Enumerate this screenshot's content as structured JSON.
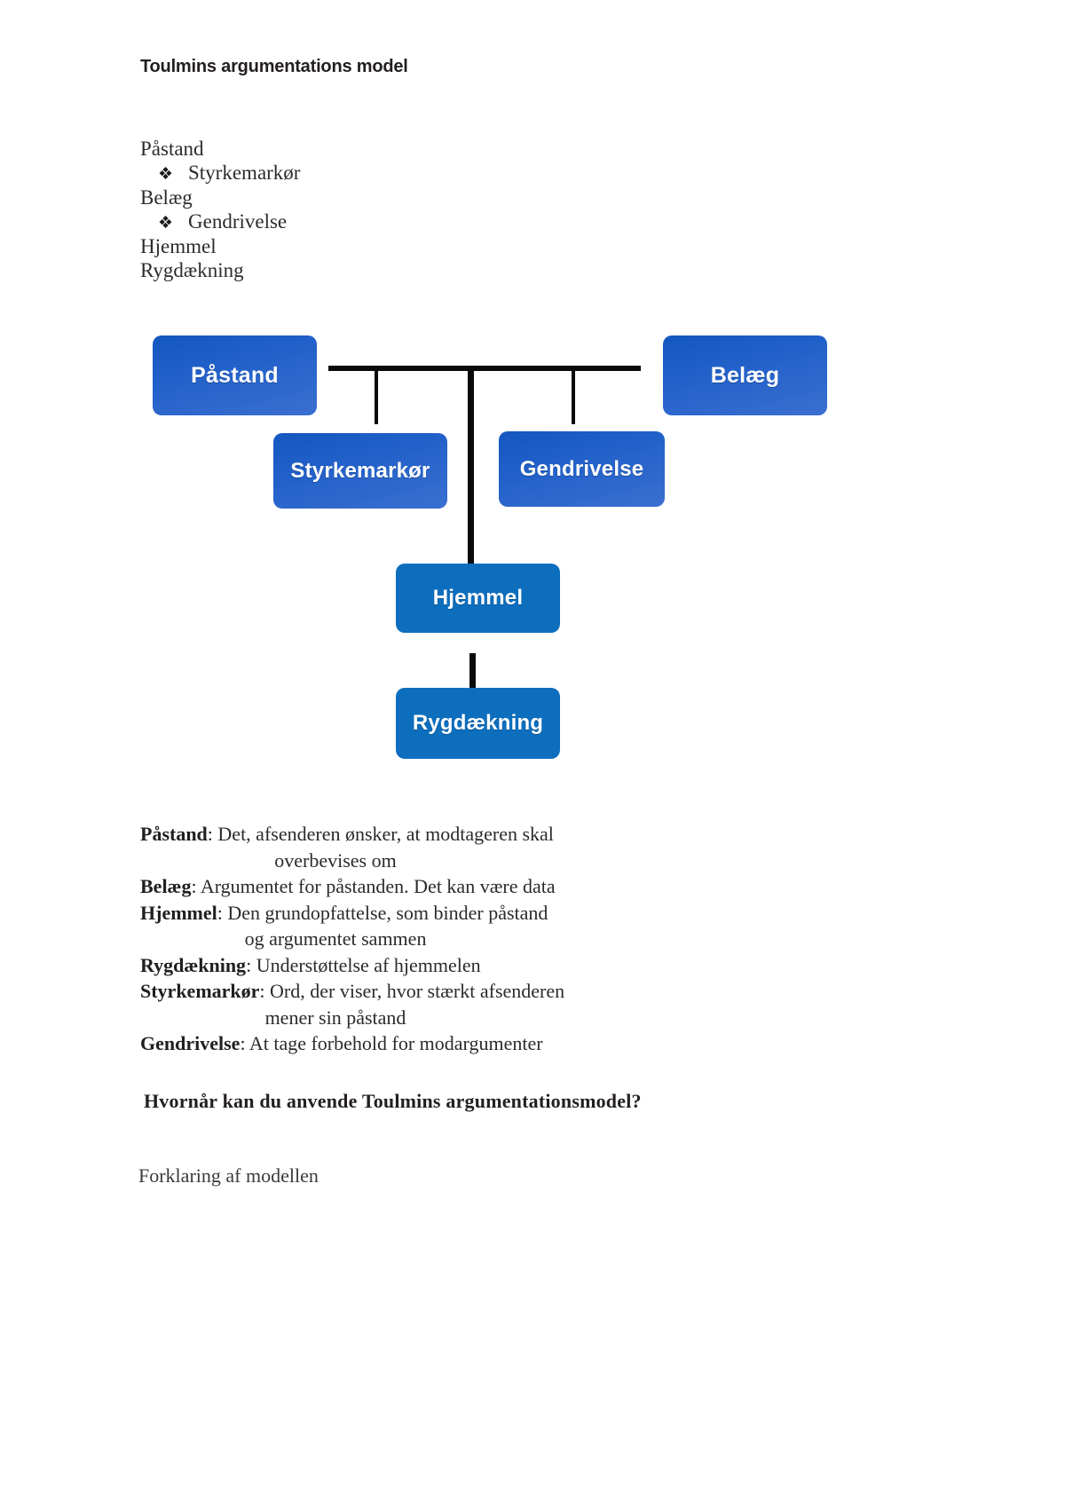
{
  "document": {
    "title": "Toulmins argumentations model"
  },
  "outline": {
    "items": [
      {
        "label": "Påstand",
        "level": 0,
        "bullet": ""
      },
      {
        "label": "Styrkemarkør",
        "level": 1,
        "bullet": "❖"
      },
      {
        "label": "Belæg",
        "level": 0,
        "bullet": ""
      },
      {
        "label": "Gendrivelse",
        "level": 1,
        "bullet": "❖"
      },
      {
        "label": "Hjemmel",
        "level": 0,
        "bullet": ""
      },
      {
        "label": "Rygdækning",
        "level": 0,
        "bullet": ""
      }
    ]
  },
  "diagram": {
    "nodes": {
      "pastand": "Påstand",
      "belaeg": "Belæg",
      "styrkemarkor": "Styrkemarkør",
      "gendrivelse": "Gendrivelse",
      "hjemmel": "Hjemmel",
      "rygdaekning": "Rygdækning"
    },
    "colors": {
      "node_gradient_start": "#1357bf",
      "node_gradient_end": "#3a6fd0",
      "node_flat": "#0d6ebe",
      "connector": "#0a0a0a",
      "node_text": "#ffffff"
    }
  },
  "definitions": [
    {
      "term": "Påstand",
      "separator": ": ",
      "text": "Det, afsenderen ønsker, at modtageren skal",
      "continuation": "overbevises om"
    },
    {
      "term": "Belæg",
      "separator": ": ",
      "text": "Argumentet for påstanden. Det kan være data",
      "continuation": ""
    },
    {
      "term": "Hjemmel",
      "separator": ": ",
      "text": "Den grundopfattelse, som binder påstand",
      "continuation": "og argumentet sammen"
    },
    {
      "term": "Rygdækning",
      "separator": ": ",
      "text": "Understøttelse af hjemmelen",
      "continuation": ""
    },
    {
      "term": "Styrkemarkør",
      "separator": ": ",
      "text": "Ord, der viser, hvor stærkt afsenderen",
      "continuation": "mener sin påstand"
    },
    {
      "term": "Gendrivelse",
      "separator": ": ",
      "text": "At tage forbehold for modargumenter",
      "continuation": ""
    }
  ],
  "footer": {
    "question": "Hvornår kan du anvende Toulmins argumentationsmodel?",
    "note": "Forklaring af modellen"
  }
}
